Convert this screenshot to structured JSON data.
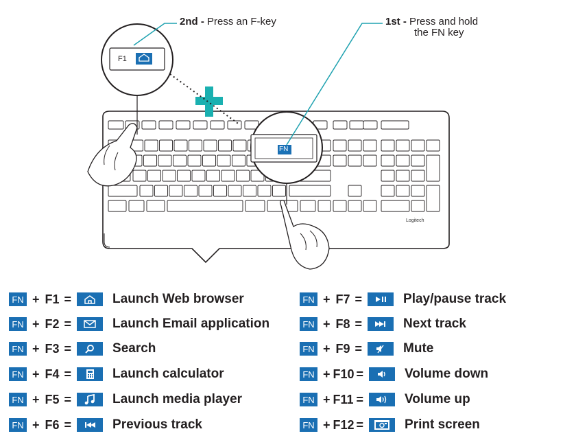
{
  "callouts": {
    "second_step": "2nd -",
    "second_text": "Press an F-key",
    "first_step": "1st -",
    "first_text_line1": "Press and hold",
    "first_text_line2": "the FN key"
  },
  "magnifier_left": {
    "key_label": "F1",
    "icon": "home-icon"
  },
  "magnifier_right": {
    "key_label": "FN"
  },
  "plus_sign": "+",
  "brand": "Logitech",
  "colors": {
    "accent": "#1a6fb3",
    "callout_line": "#1fa2b0",
    "plus": "#1ab0b0"
  },
  "legend": {
    "left": [
      {
        "fn": "FN",
        "plus": "+",
        "key": "F1",
        "eq": "=",
        "icon": "home-icon",
        "label": "Launch Web browser"
      },
      {
        "fn": "FN",
        "plus": "+",
        "key": "F2",
        "eq": "=",
        "icon": "mail-icon",
        "label": "Launch Email application"
      },
      {
        "fn": "FN",
        "plus": "+",
        "key": "F3",
        "eq": "=",
        "icon": "search-icon",
        "label": "Search"
      },
      {
        "fn": "FN",
        "plus": "+",
        "key": "F4",
        "eq": "=",
        "icon": "calculator-icon",
        "label": "Launch calculator"
      },
      {
        "fn": "FN",
        "plus": "+",
        "key": "F5",
        "eq": "=",
        "icon": "music-note-icon",
        "label": "Launch media player"
      },
      {
        "fn": "FN",
        "plus": "+",
        "key": "F6",
        "eq": "=",
        "icon": "previous-track-icon",
        "label": "Previous track"
      }
    ],
    "right": [
      {
        "fn": "FN",
        "plus": "+",
        "key": "F7",
        "eq": "=",
        "icon": "play-pause-icon",
        "label": "Play/pause track"
      },
      {
        "fn": "FN",
        "plus": "+",
        "key": "F8",
        "eq": "=",
        "icon": "next-track-icon",
        "label": "Next track"
      },
      {
        "fn": "FN",
        "plus": "+",
        "key": "F9",
        "eq": "=",
        "icon": "mute-icon",
        "label": "Mute"
      },
      {
        "fn": "FN",
        "plus": "+",
        "key": "F10",
        "eq": "=",
        "icon": "volume-down-icon",
        "label": "Volume down"
      },
      {
        "fn": "FN",
        "plus": "+",
        "key": "F11",
        "eq": "=",
        "icon": "volume-up-icon",
        "label": "Volume up"
      },
      {
        "fn": "FN",
        "plus": "+",
        "key": "F12",
        "eq": "=",
        "icon": "print-screen-icon",
        "label": "Print screen"
      }
    ]
  }
}
